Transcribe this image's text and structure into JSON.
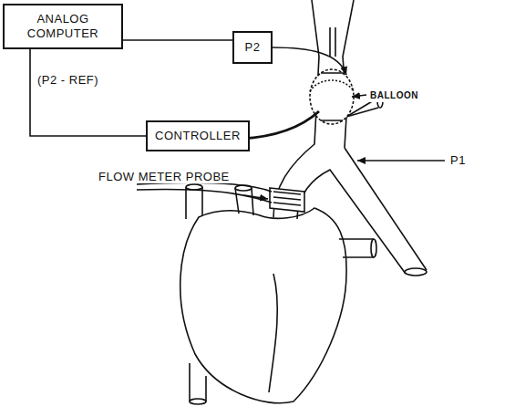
{
  "diagram": {
    "nodes": [
      {
        "text": [
          "ANALOG COMPUTER"
        ]
      },
      {
        "text": [
          "P2"
        ]
      },
      {
        "text": [
          "CONTROLLER"
        ]
      }
    ],
    "edges": [
      {
        "from": 0,
        "to": 1,
        "arrow": "none"
      },
      {
        "from": 0,
        "to": 2,
        "label": "(P2 - REF)",
        "arrow": "none"
      }
    ],
    "labels": [
      "BALLOON",
      "FLOW METER PROBE",
      "P1"
    ]
  }
}
